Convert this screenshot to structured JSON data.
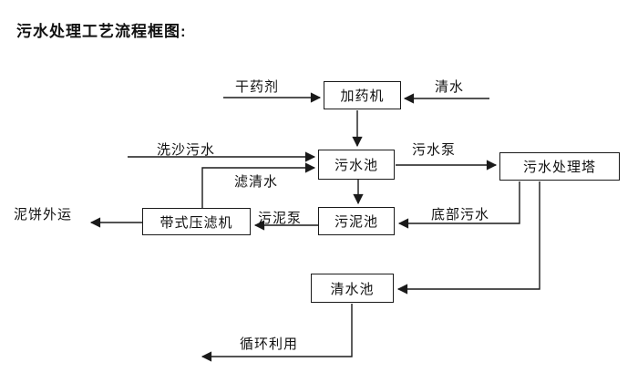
{
  "title": "污水处理工艺流程框图:",
  "colors": {
    "line": "#1a1a1a",
    "box_border": "#1a1a1a",
    "box_fill": "#ffffff",
    "text": "#111111",
    "background": "#ffffff"
  },
  "diagram": {
    "nodes": [
      {
        "id": "dosing-machine",
        "label": "加药机"
      },
      {
        "id": "sewage-pool",
        "label": "污水池"
      },
      {
        "id": "sewage-treat-tower",
        "label": "污水处理塔"
      },
      {
        "id": "sludge-pool",
        "label": "污泥池"
      },
      {
        "id": "belt-filter-press",
        "label": "带式压滤机"
      },
      {
        "id": "clean-water-pool",
        "label": "清水池"
      }
    ],
    "edge_labels": [
      {
        "id": "dry-chemical",
        "label": "干药剂"
      },
      {
        "id": "clean-water-in",
        "label": "清水"
      },
      {
        "id": "sand-wash-sewage",
        "label": "洗沙污水"
      },
      {
        "id": "sewage-pump",
        "label": "污水泵"
      },
      {
        "id": "filtered-water",
        "label": "滤清水"
      },
      {
        "id": "sludge-pump",
        "label": "污泥泵"
      },
      {
        "id": "bottom-sewage",
        "label": "底部污水"
      },
      {
        "id": "mud-cake-out",
        "label": "泥饼外运"
      },
      {
        "id": "recycle-use",
        "label": "循环利用"
      }
    ]
  }
}
